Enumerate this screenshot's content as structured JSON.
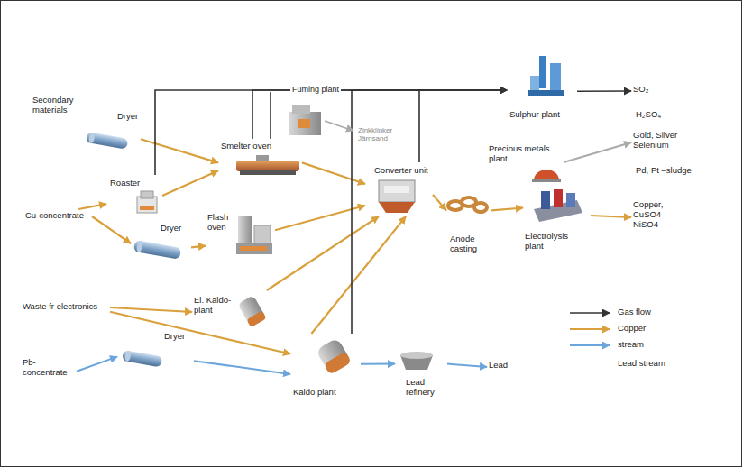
{
  "diagram": {
    "nodes": [
      {
        "text": [
          "Secondary materials"
        ]
      },
      {
        "text": [
          "Dryer"
        ]
      },
      {
        "text": [
          "Roaster"
        ]
      },
      {
        "text": [
          "Cu-concentrate"
        ]
      },
      {
        "text": [
          "Dryer"
        ]
      },
      {
        "text": [
          "Smelter oven"
        ]
      },
      {
        "text": [
          "Flash oven"
        ]
      },
      {
        "text": [
          "Converter unit"
        ]
      },
      {
        "text": [
          "Anode casting"
        ]
      },
      {
        "text": [
          "Electrolysis plant"
        ]
      },
      {
        "text": [
          "Precious metals plant"
        ]
      },
      {
        "text": [
          "Sulphur plant"
        ]
      },
      {
        "text": [
          "SO₂"
        ]
      },
      {
        "text": [
          "Gold, Silver Selenium"
        ]
      },
      {
        "text": [
          "Copper, CuSO4 NiSO4"
        ]
      },
      {
        "text": [
          "El. Kaldo-plant"
        ]
      },
      {
        "text": [
          "Waste fr electronics"
        ]
      },
      {
        "text": [
          "Dryer"
        ]
      },
      {
        "text": [
          "Pb-concentrate"
        ]
      },
      {
        "text": [
          "Kaldo plant"
        ]
      },
      {
        "text": [
          "Lead refinery"
        ]
      },
      {
        "text": [
          "Lead"
        ]
      }
    ],
    "edges": [
      {
        "from": 1,
        "to": 5,
        "arrow": "to"
      },
      {
        "from": 3,
        "to": 2,
        "arrow": "to"
      },
      {
        "from": 3,
        "to": 4,
        "arrow": "to"
      },
      {
        "from": 2,
        "to": 5,
        "arrow": "to"
      },
      {
        "from": 4,
        "to": 6,
        "arrow": "to"
      },
      {
        "from": 2,
        "to": 11,
        "arrow": "to"
      },
      {
        "from": 5,
        "to": 11,
        "arrow": "to"
      },
      {
        "from": 5,
        "to": 7,
        "arrow": "to"
      },
      {
        "from": 6,
        "to": 7,
        "arrow": "to"
      },
      {
        "from": 15,
        "to": 7,
        "arrow": "to"
      },
      {
        "from": 19,
        "to": 7,
        "arrow": "to"
      },
      {
        "from": 7,
        "to": 11,
        "arrow": "to"
      },
      {
        "from": 19,
        "to": 11,
        "arrow": "to"
      },
      {
        "from": 7,
        "to": 8,
        "arrow": "to"
      },
      {
        "from": 8,
        "to": 9,
        "arrow": "to"
      },
      {
        "from": 9,
        "to": 14,
        "arrow": "to"
      },
      {
        "from": 10,
        "to": 13,
        "arrow": "to"
      },
      {
        "from": 11,
        "to": 12,
        "arrow": "to"
      },
      {
        "from": 16,
        "to": 15,
        "arrow": "to"
      },
      {
        "from": 16,
        "to": 19,
        "arrow": "to"
      },
      {
        "from": 18,
        "to": 17,
        "arrow": "to"
      },
      {
        "from": 17,
        "to": 19,
        "arrow": "to"
      },
      {
        "from": 19,
        "to": 20,
        "arrow": "to"
      },
      {
        "from": 20,
        "to": 21,
        "arrow": "to"
      }
    ],
    "labels": [
      "Fuming plant",
      "Zinkklinker Järnsand",
      "H₂SO₄",
      "Pd, Pt –sludge"
    ],
    "legend": [
      {
        "text": "Gas flow"
      },
      {
        "text": "Copper"
      },
      {
        "text": "stream"
      },
      {
        "text": "Lead stream"
      }
    ]
  }
}
